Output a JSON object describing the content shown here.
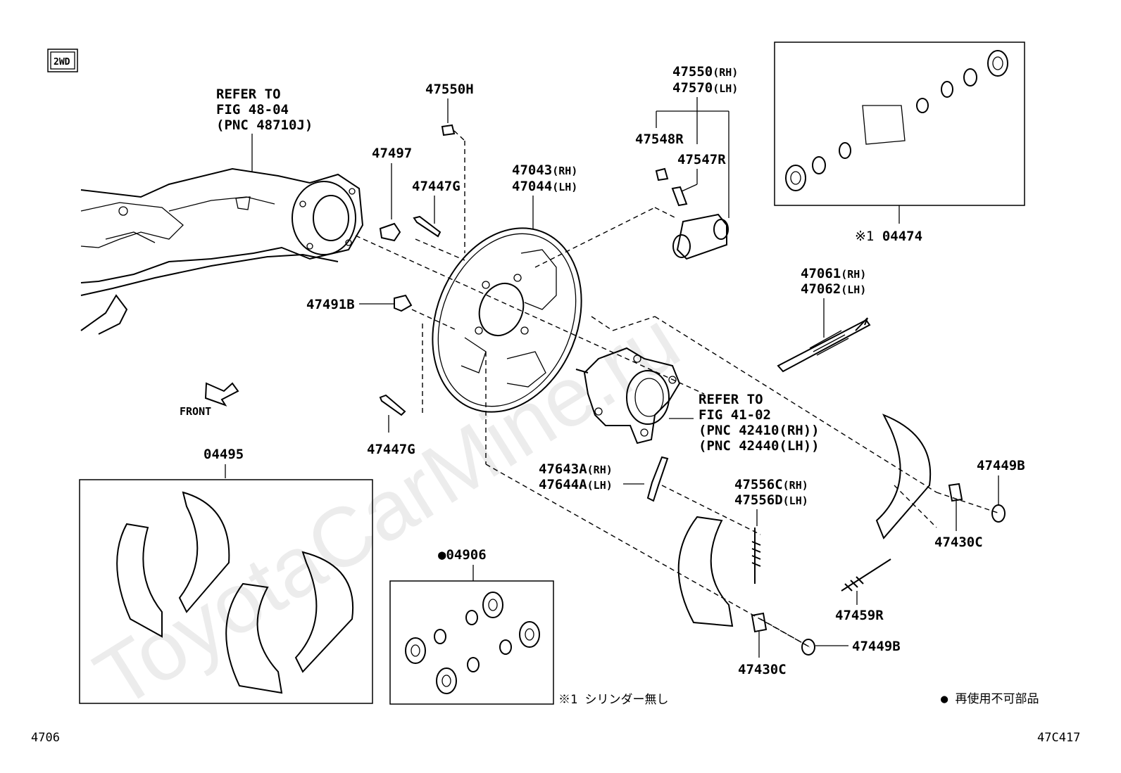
{
  "drive_tag": "2WD",
  "front_label": "FRONT",
  "watermark": "ToyotaCarMine.ru",
  "page_number": "4706",
  "figure_code": "47C417",
  "legend": {
    "bullet": "●",
    "text": "再使用不可部品"
  },
  "refs": {
    "axle": {
      "line1": "REFER TO",
      "line2": "FIG 48-04",
      "line3": "(PNC 48710J)"
    },
    "hub": {
      "line1": "REFER TO",
      "line2": "FIG 41-02",
      "line3": "(PNC 42410(RH))",
      "line4": "(PNC 42440(LH))"
    }
  },
  "parts": {
    "p47550H": "47550H",
    "p47497": "47497",
    "p47447G_top": "47447G",
    "p47043": {
      "code": "47043",
      "side": "(RH)"
    },
    "p47044": {
      "code": "47044",
      "side": "(LH)"
    },
    "p47550": {
      "code": "47550",
      "side": "(RH)"
    },
    "p47570": {
      "code": "47570",
      "side": "(LH)"
    },
    "p47548R": "47548R",
    "p47547R": "47547R",
    "p04474": {
      "mark": "※1",
      "code": "04474"
    },
    "p47061": {
      "code": "47061",
      "side": "(RH)"
    },
    "p47062": {
      "code": "47062",
      "side": "(LH)"
    },
    "p47491B": "47491B",
    "p47447G_bottom": "47447G",
    "p04495": "04495",
    "p47643A": {
      "code": "47643A",
      "side": "(RH)"
    },
    "p47644A": {
      "code": "47644A",
      "side": "(LH)"
    },
    "p47556C": {
      "code": "47556C",
      "side": "(RH)"
    },
    "p47556D": {
      "code": "47556D",
      "side": "(LH)"
    },
    "p47449B_right": "47449B",
    "p47430C_right": "47430C",
    "p47459R": "47459R",
    "p47449B_bottom": "47449B",
    "p47430C_bottom": "47430C",
    "p04906": {
      "mark": "●",
      "code": "04906"
    }
  },
  "footnote": "※1 シリンダー無し"
}
